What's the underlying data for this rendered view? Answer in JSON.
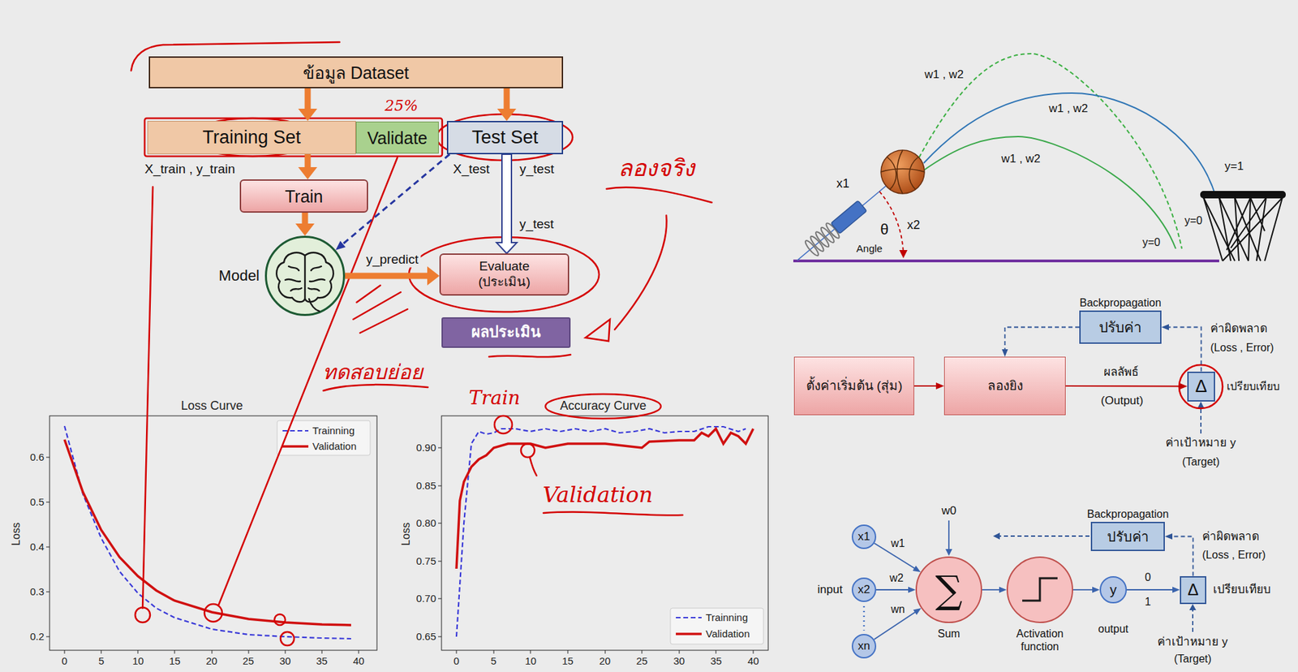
{
  "diagram": {
    "nodes": [
      {
        "text": [
          "ข้อมูล Dataset"
        ]
      },
      {
        "text": [
          "Training Set"
        ]
      },
      {
        "text": [
          "Validate"
        ]
      },
      {
        "text": [
          "Test Set"
        ]
      },
      {
        "text": [
          "Train"
        ]
      },
      {
        "text": [
          "Model"
        ]
      },
      {
        "text": [
          "Evaluate (ประเมิน)"
        ]
      },
      {
        "text": [
          "ผลประเมิน"
        ]
      },
      {
        "text": [
          "Backpropagation",
          "ปรับค่า"
        ]
      },
      {
        "text": [
          "ตั้งค่าเริ่มต้น (สุ่ม)"
        ]
      },
      {
        "text": [
          "ลองยิง"
        ]
      },
      {
        "text": [
          "Δ"
        ]
      },
      {
        "text": [
          "x1"
        ]
      },
      {
        "text": [
          "x2"
        ]
      },
      {
        "text": [
          "xn"
        ]
      },
      {
        "text": [
          "Backpropagation",
          "ปรับค่า"
        ]
      },
      {
        "text": [
          "∑",
          "Sum"
        ]
      },
      {
        "text": [
          "Activation function"
        ]
      },
      {
        "text": [
          "y",
          "output"
        ]
      },
      {
        "text": [
          "Δ"
        ]
      }
    ],
    "edges": [
      {
        "from": 0,
        "to": 1,
        "arrow": "to"
      },
      {
        "from": 0,
        "to": 3,
        "arrow": "to"
      },
      {
        "from": 1,
        "to": 4,
        "arrow": "to"
      },
      {
        "from": 4,
        "to": 5,
        "arrow": "to"
      },
      {
        "from": 5,
        "to": 6,
        "label": "y_predict",
        "arrow": "to"
      },
      {
        "from": 3,
        "to": 6,
        "label": "y_test",
        "arrow": "to"
      },
      {
        "from": 3,
        "to": 5,
        "arrow": "to"
      },
      {
        "from": 9,
        "to": 10,
        "arrow": "to"
      },
      {
        "from": 10,
        "to": 11,
        "arrow": "to"
      },
      {
        "from": 11,
        "to": 8,
        "arrow": "to"
      },
      {
        "from": 8,
        "to": 10,
        "arrow": "to"
      },
      {
        "from": 12,
        "to": 16,
        "arrow": "to"
      },
      {
        "from": 13,
        "to": 16,
        "arrow": "to"
      },
      {
        "from": 14,
        "to": 16,
        "arrow": "to"
      },
      {
        "from": 16,
        "to": 17,
        "arrow": "to"
      },
      {
        "from": 17,
        "to": 18,
        "arrow": "to"
      },
      {
        "from": 18,
        "to": 19,
        "arrow": "to"
      },
      {
        "from": 19,
        "to": 15,
        "arrow": "to"
      }
    ],
    "labels": [
      "25%",
      "X_train , y_train",
      "X_test",
      "y_test",
      "ลองจริง",
      "ทดสอบย่อย",
      "Loss Curve",
      "Train",
      "Accuracy Curve",
      "Validation",
      "0.6",
      "0.5",
      "0.4",
      "0.3",
      "0.2",
      "Loss",
      "0",
      "5",
      "10",
      "15",
      "20",
      "25",
      "30",
      "35",
      "40",
      "0.90",
      "0.85",
      "0.80",
      "0.75",
      "0.70",
      "0.65",
      "Loss",
      "0",
      "5",
      "10",
      "15",
      "20",
      "25",
      "30",
      "35",
      "40",
      "w1 , w2",
      "w1 , w2",
      "w1 , w2",
      "x1",
      "y=1",
      "θ",
      "x2",
      "y=0",
      "y=0",
      "Angle",
      "ค่าผิดพลาด",
      "(Loss , Error)",
      "ผลลัพธ์",
      "(Output)",
      "เปรียบเทียบ",
      "ค่าเป้าหมาย y",
      "(Target)",
      "w0",
      "ค่าผิดพลาด",
      "(Loss , Error)",
      "w1",
      "0",
      "input",
      "w2",
      "1",
      "เปรียบเทียบ",
      "wn",
      "ค่าเป้าหมาย y",
      "(Target)"
    ],
    "legend": [
      {
        "text": "Trainning"
      },
      {
        "text": "Validation"
      },
      {
        "text": "Trainning"
      },
      {
        "text": "Validation"
      }
    ]
  }
}
